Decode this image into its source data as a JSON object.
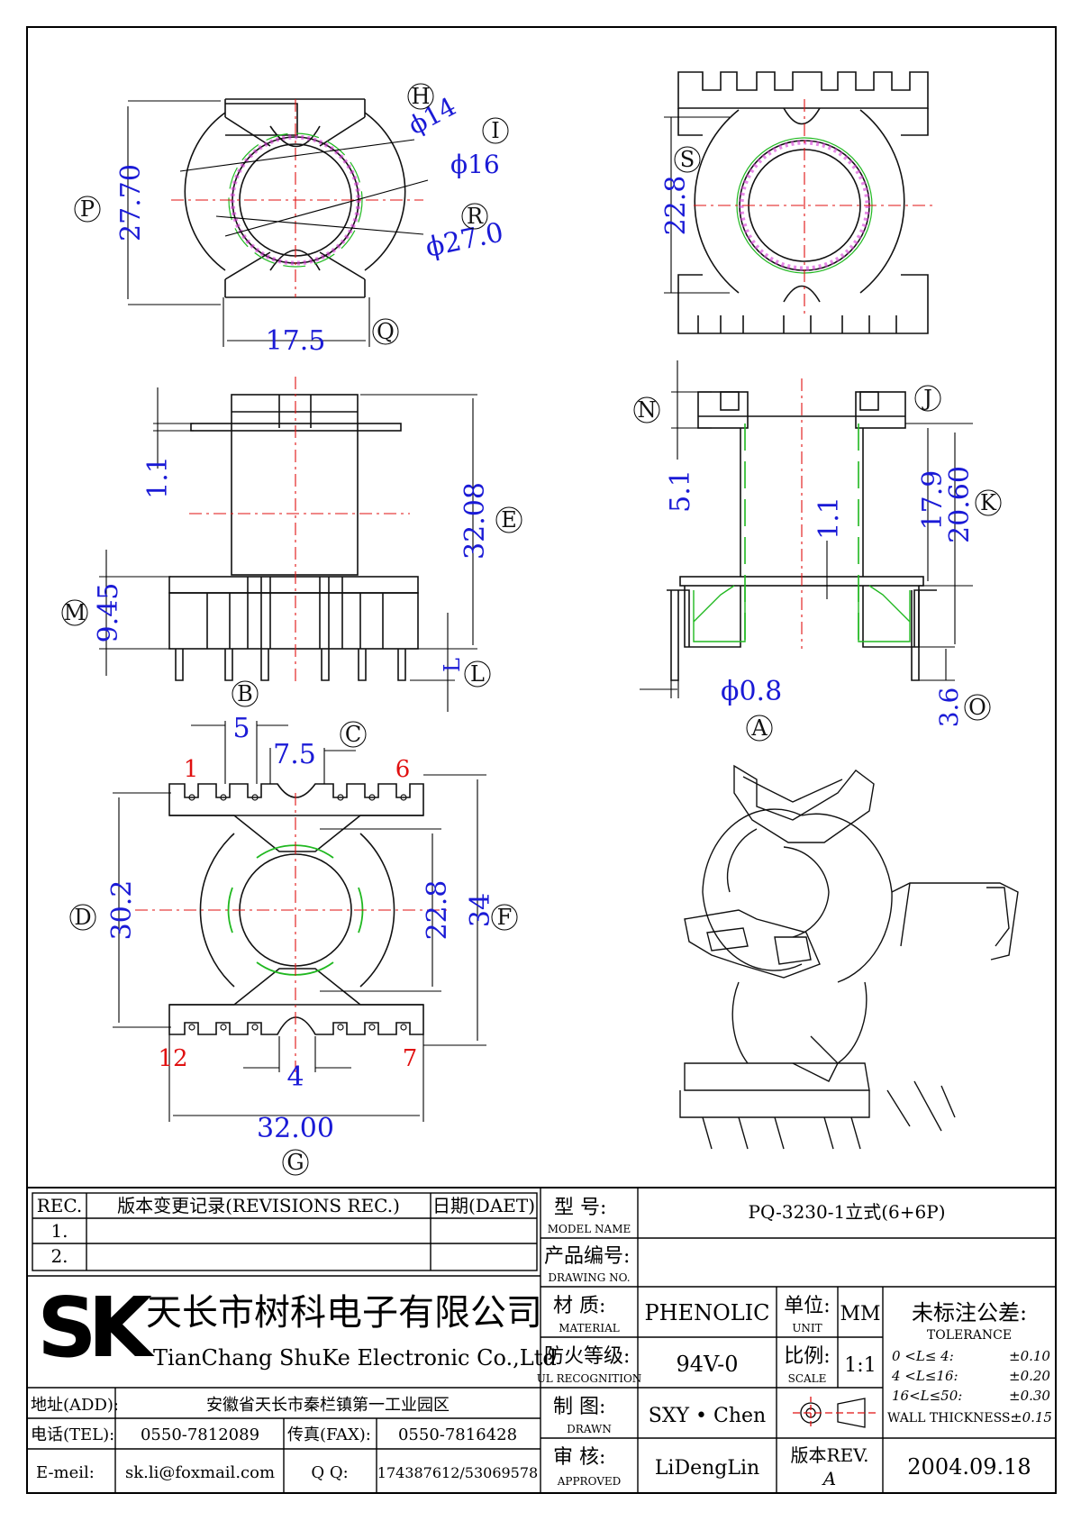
{
  "drawing": {
    "view_top_left": {
      "markers": {
        "P": "P",
        "H": "H",
        "I": "I",
        "R": "R",
        "Q": "Q"
      },
      "dims": {
        "height": "27.70",
        "width": "17.5",
        "d14": "ϕ14",
        "d16": "ϕ16",
        "d27": "ϕ27.0"
      }
    },
    "view_top_right": {
      "markers": {
        "S": "S"
      },
      "dims": {
        "height": "22.8"
      }
    },
    "view_front_left": {
      "markers": {
        "E": "E",
        "M": "M",
        "L": "L",
        "B": "B"
      },
      "dims": {
        "flange": "1.1",
        "height": "32.08",
        "base": "9.45",
        "pin": "L"
      }
    },
    "view_front_right": {
      "markers": {
        "N": "N",
        "J": "J",
        "K": "K",
        "A": "A",
        "O": "O"
      },
      "dims": {
        "top": "5.1",
        "wall": "1.1",
        "window": "17.9",
        "body": "20.60",
        "pin_dia": "ϕ0.8",
        "pin_len": "3.6"
      }
    },
    "view_bottom_left": {
      "markers": {
        "C": "C",
        "D": "D",
        "F": "F",
        "G": "G"
      },
      "dims": {
        "pitch": "5",
        "gap": "7.5",
        "height": "30.2",
        "inner": "22.8",
        "total": "34",
        "slot": "4",
        "width": "32.00"
      },
      "pins": {
        "p1": "1",
        "p6": "6",
        "p12": "12",
        "p7": "7"
      }
    }
  },
  "title_block": {
    "rev_header": "REC.",
    "rev_title": "版本变更记录(REVISIONS REC.)",
    "rev_date": "日期(DAET)",
    "rev_rows": [
      "1.",
      "2."
    ],
    "company_logo": "SK",
    "company_cn": "天长市树科电子有限公司",
    "company_en": "TianChang ShuKe Electronic Co.,Ltd",
    "address_label": "地址(ADD):",
    "address": "安徽省天长市秦栏镇第一工业园区",
    "tel_label": "电话(TEL):",
    "tel": "0550-7812089",
    "fax_label": "传真(FAX):",
    "fax": "0550-7816428",
    "email_label": "E-meil:",
    "email": "sk.li@foxmail.com",
    "qq_label": "Q Q:",
    "qq": "174387612/53069578",
    "model_label_cn": "型    号:",
    "model_label_en": "MODEL NAME",
    "model_value": "PQ-3230-1立式(6+6P)",
    "drawing_label_cn": "产品编号:",
    "drawing_label_en": "DRAWING NO.",
    "drawing_value": "",
    "material_label_cn": "材    质:",
    "material_label_en": "MATERIAL",
    "material_value": "PHENOLIC",
    "unit_label_cn": "单位:",
    "unit_label_en": "UNIT",
    "unit_value": "MM",
    "ul_label_cn": "防火等级:",
    "ul_label_en": "UL RECOGNITION",
    "ul_value": "94V-0",
    "scale_label_cn": "比例:",
    "scale_label_en": "SCALE",
    "scale_value": "1:1",
    "drawn_label_cn": "制    图:",
    "drawn_label_en": "DRAWN",
    "drawn_value": "SXY • Chen",
    "approved_label_cn": "审    核:",
    "approved_label_en": "APPROVED",
    "approved_value": "LiDengLin",
    "rev_label": "版本REV.",
    "rev_value": "A",
    "date_value": "2004.09.18",
    "tol_title": "未标注公差:",
    "tol_title_en": "TOLERANCE",
    "tol_rows": [
      {
        "range": "0  <L≤ 4:",
        "val": "±0.10"
      },
      {
        "range": "4  <L≤16:",
        "val": "±0.20"
      },
      {
        "range": "16<L≤50:",
        "val": "±0.30"
      },
      {
        "range": "WALL THICKNESS:",
        "val": "±0.15"
      }
    ]
  }
}
